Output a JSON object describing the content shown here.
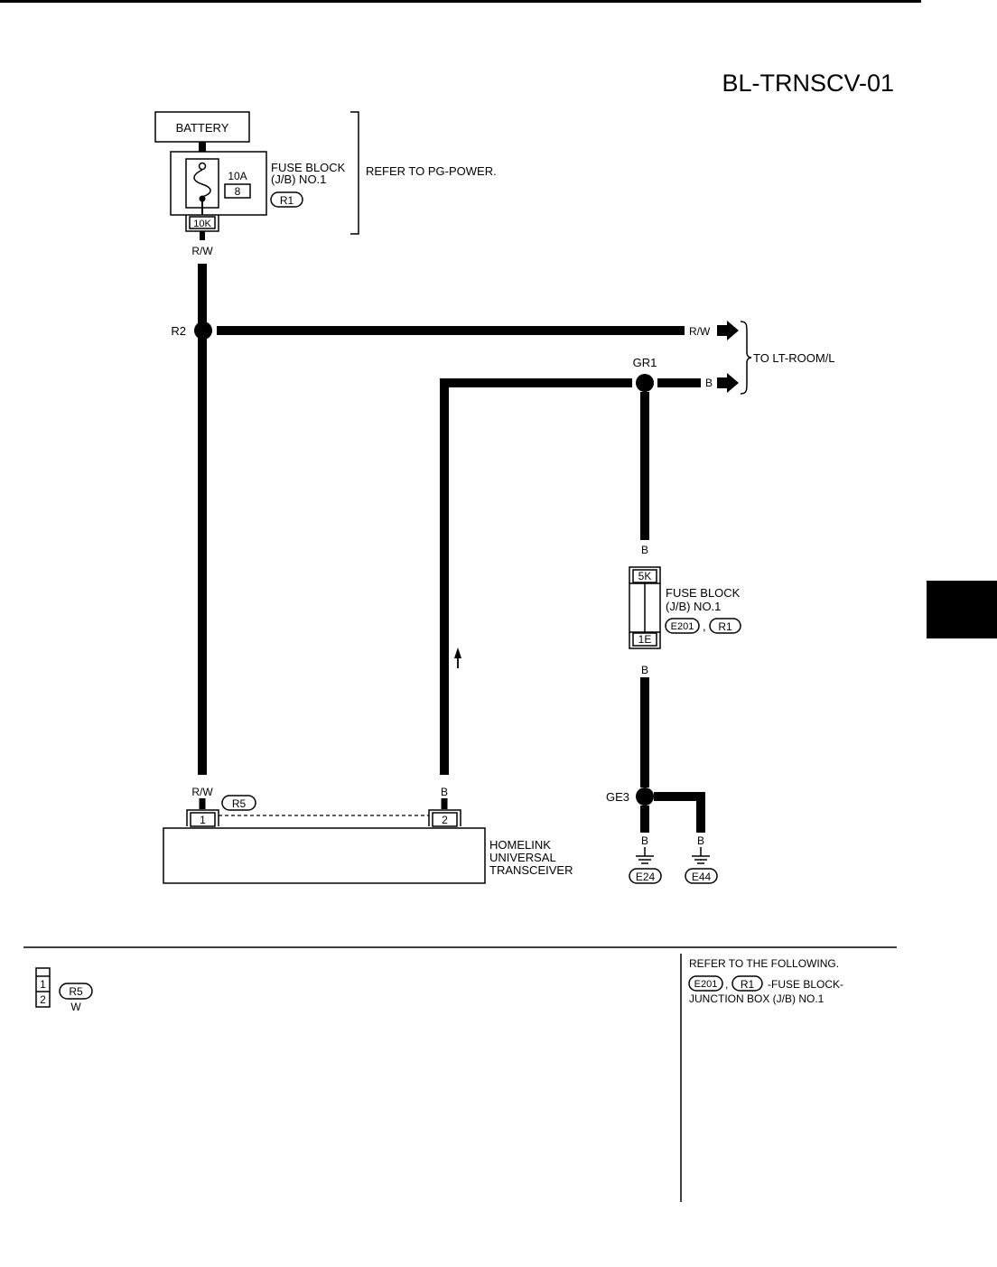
{
  "diagram_id": "BL-TRNSCV-01",
  "battery": "BATTERY",
  "fuse_block_top": {
    "rating": "10A",
    "fuse_no": "8",
    "label_line1": "FUSE BLOCK",
    "label_line2": "(J/B) NO.1",
    "connector": "R1",
    "terminal": "10K"
  },
  "refer_pg": "REFER TO PG-POWER.",
  "wire_rw": "R/W",
  "wire_b": "B",
  "splices": {
    "r2": "R2",
    "gr1": "GR1",
    "ge3": "GE3"
  },
  "to_lt_room": "TO LT-ROOM/L",
  "fuse_block_right": {
    "terminal_top": "5K",
    "terminal_bottom": "1E",
    "label_line1": "FUSE BLOCK",
    "label_line2": "(J/B) NO.1",
    "connector_1": "E201",
    "connector_2": "R1",
    "separator": ","
  },
  "homelink": {
    "line1": "HOMELINK",
    "line2": "UNIVERSAL",
    "line3": "TRANSCEIVER",
    "connector": "R5",
    "pin1": "1",
    "pin2": "2"
  },
  "grounds": {
    "g1": "E24",
    "g2": "E44"
  },
  "legend": {
    "pin1": "1",
    "pin2": "2",
    "connector": "R5",
    "color": "W"
  },
  "refer_following": {
    "heading": "REFER TO THE FOLLOWING.",
    "conn1": "E201",
    "separator": ",",
    "conn2": "R1",
    "desc_line1": "-FUSE BLOCK-",
    "desc_line2": "JUNCTION BOX (J/B) NO.1"
  }
}
